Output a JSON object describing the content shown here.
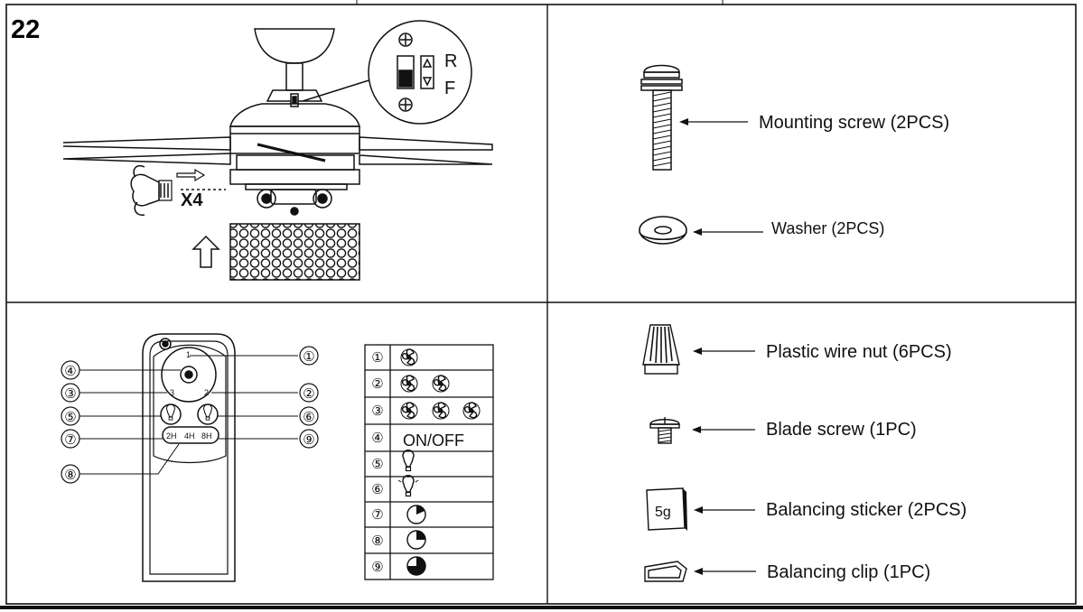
{
  "step_number": "22",
  "fan": {
    "switch_r": "R",
    "switch_f": "F",
    "quantity": "X4"
  },
  "parts": [
    {
      "id": "mounting-screw",
      "label": "Mounting screw (2PCS)"
    },
    {
      "id": "washer",
      "label": "Washer (2PCS)"
    },
    {
      "id": "plastic-wire-nut",
      "label": "Plastic wire nut (6PCS)"
    },
    {
      "id": "blade-screw",
      "label": "Blade screw (1PC)"
    },
    {
      "id": "balancing-sticker",
      "label": "Balancing sticker (2PCS)",
      "mark": "5g"
    },
    {
      "id": "balancing-clip",
      "label": "Balancing clip (1PC)"
    }
  ],
  "remote": {
    "callouts": [
      "①",
      "②",
      "③",
      "④",
      "⑤",
      "⑥",
      "⑦",
      "⑧",
      "⑨"
    ],
    "dial_marks": [
      "1",
      "2",
      "3"
    ],
    "timer_buttons": [
      "2H",
      "4H",
      "8H"
    ]
  },
  "legend": {
    "rows": [
      {
        "num": "①",
        "icon": "fan-speed-1-icon"
      },
      {
        "num": "②",
        "icon": "fan-speed-2-icon"
      },
      {
        "num": "③",
        "icon": "fan-speed-3-icon"
      },
      {
        "num": "④",
        "text": "ON/OFF"
      },
      {
        "num": "⑤",
        "icon": "light-bulb-icon"
      },
      {
        "num": "⑥",
        "icon": "light-dim-icon"
      },
      {
        "num": "⑦",
        "icon": "timer-2h-icon"
      },
      {
        "num": "⑧",
        "icon": "timer-4h-icon"
      },
      {
        "num": "⑨",
        "icon": "timer-8h-icon"
      }
    ]
  }
}
